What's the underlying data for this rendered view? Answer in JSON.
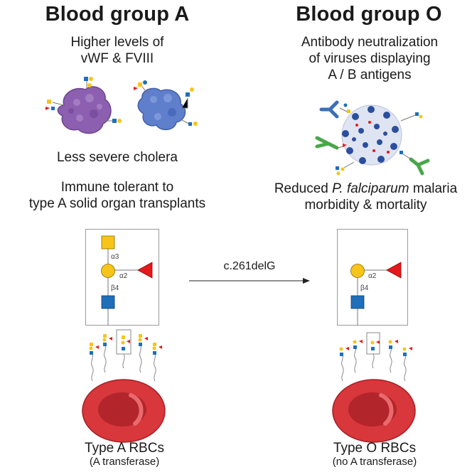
{
  "left": {
    "title": "Blood group A",
    "effect1_line1": "Higher levels of",
    "effect1_line2": "vWF & FVIII",
    "effect2": "Less severe cholera",
    "effect3_line1": "Immune tolerant to",
    "effect3_line2": "type A solid organ transplants",
    "glycan_links": [
      "α3",
      "α2",
      "β4"
    ],
    "rbc_label": "Type A RBCs",
    "rbc_sublabel": "(A transferase)"
  },
  "right": {
    "title": "Blood group O",
    "effect1_line1": "Antibody neutralization",
    "effect1_line2": "of viruses displaying",
    "effect1_line3": "A / B antigens",
    "effect2_pre": "Reduced ",
    "effect2_italic": "P. falciparum",
    "effect2_post": " malaria",
    "effect2_line2": "morbidity & mortality",
    "glycan_links": [
      "α2",
      "β4"
    ],
    "rbc_label": "Type O RBCs",
    "rbc_sublabel": "(no A transferase)"
  },
  "arrow_label": "c.261delG",
  "colors": {
    "galnac_square": "#f7c41b",
    "galactose_circle": "#f7c41b",
    "fucose_triangle": "#e41a1c",
    "glcnac_square": "#1f6fba",
    "rbc_red": "#d8373b",
    "protein_purple": "#8c5fb0",
    "protein_blue": "#5f7fcc",
    "antibody_blue": "#3b6fb6",
    "antibody_green": "#4aa64a",
    "virus_blue": "#2b4f9e"
  },
  "icons": [
    "vwf-protein-icon",
    "fviii-protein-icon",
    "virus-icon",
    "antibody-icon",
    "red-blood-cell-icon",
    "glycan-chain-icon"
  ]
}
